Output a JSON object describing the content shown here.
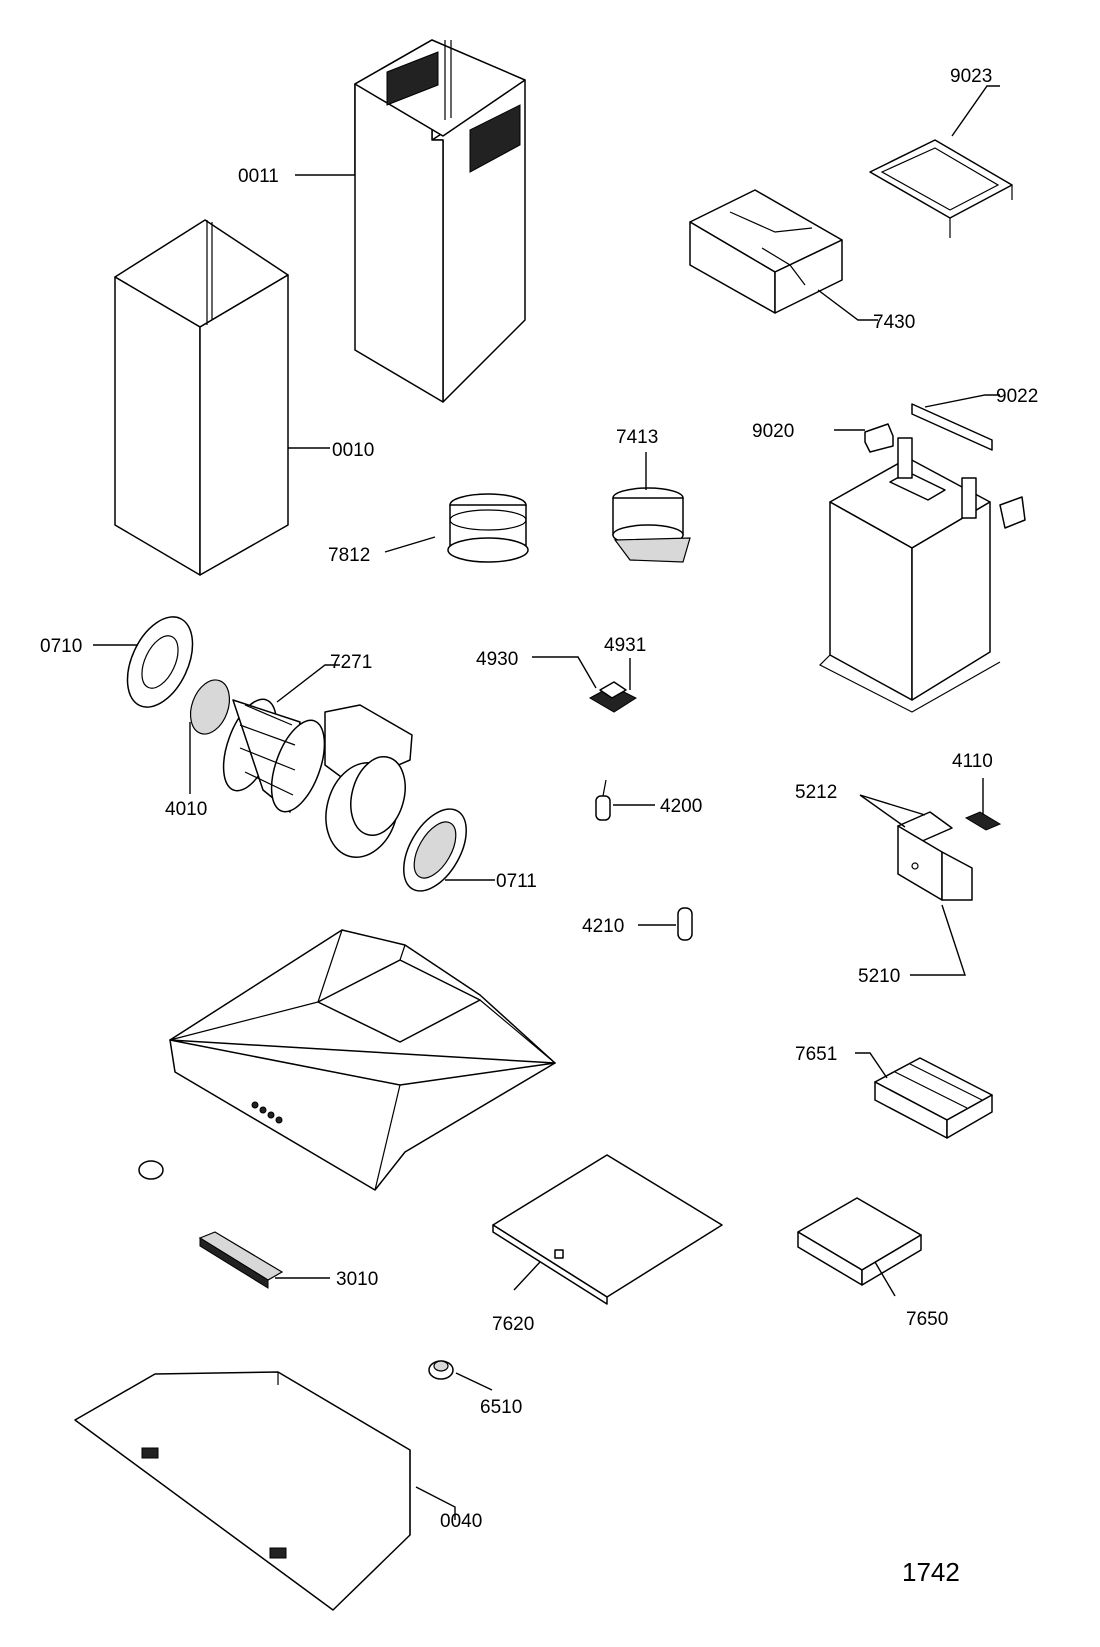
{
  "diagram_code": "1742",
  "callouts": {
    "p0011": "0011",
    "p0010": "0010",
    "p9023": "9023",
    "p7430": "7430",
    "p9020": "9020",
    "p9022": "9022",
    "p7413": "7413",
    "p7812": "7812",
    "p0710": "0710",
    "p7271": "7271",
    "p4010": "4010",
    "p0711": "0711",
    "p4930": "4930",
    "p4931": "4931",
    "p4200": "4200",
    "p4210": "4210",
    "p4110": "4110",
    "p5212": "5212",
    "p5210": "5210",
    "p7651": "7651",
    "p3010": "3010",
    "p7620": "7620",
    "p7650": "7650",
    "p6510": "6510",
    "p0040": "0040"
  }
}
